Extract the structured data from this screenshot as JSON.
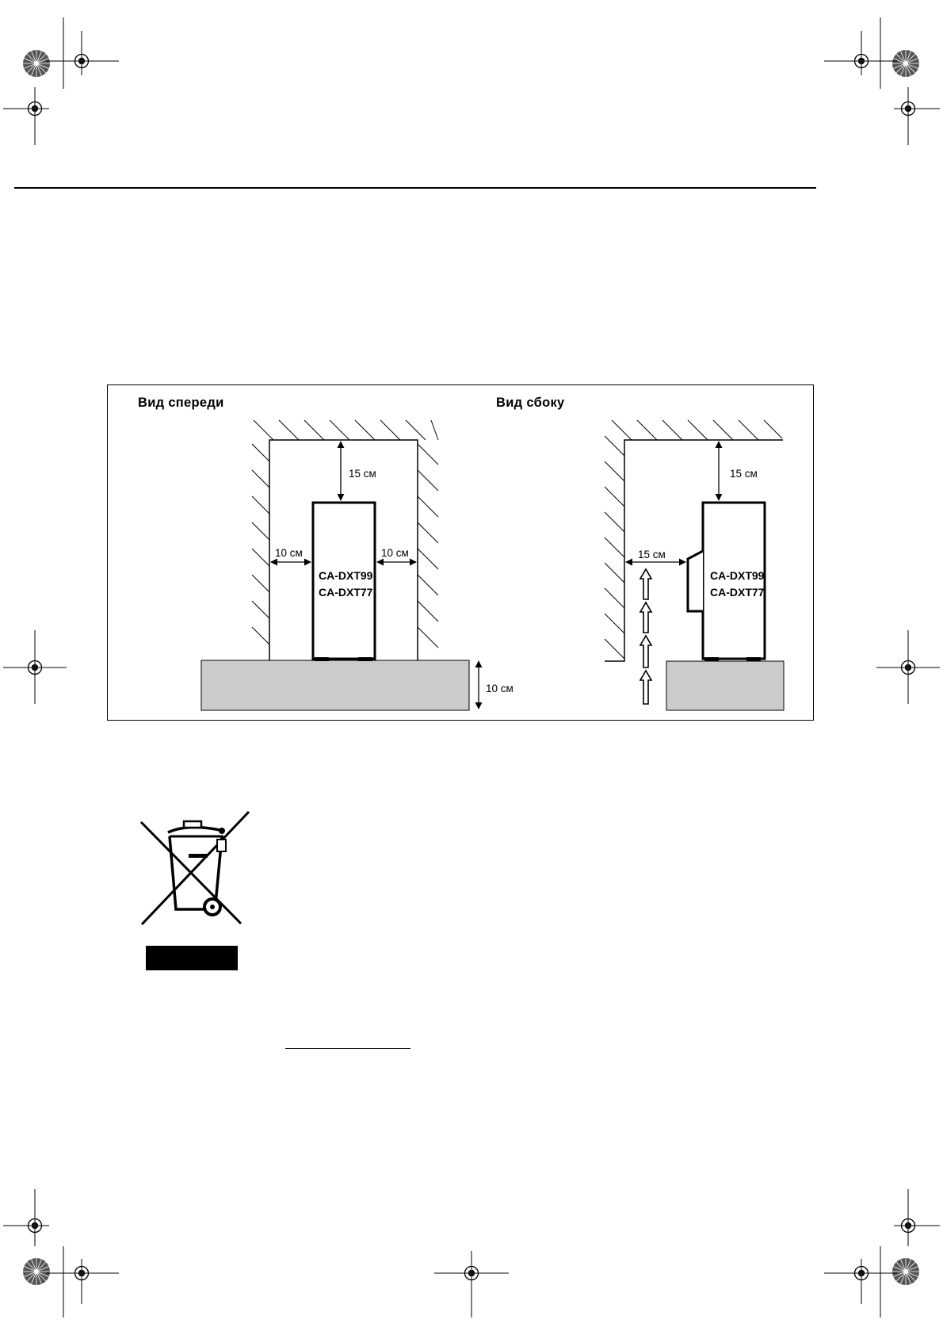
{
  "diagram": {
    "front_view_title": "Вид спереди",
    "side_view_title": "Вид сбоку",
    "front": {
      "top_clearance": "15 см",
      "left_clearance": "10 см",
      "right_clearance": "10 см",
      "base_height": "10 см",
      "model_line1": "CA-DXT99",
      "model_line2": "CA-DXT77"
    },
    "side": {
      "top_clearance": "15 см",
      "back_clearance": "15 см",
      "model_line1": "CA-DXT99",
      "model_line2": "CA-DXT77"
    }
  },
  "icons": {
    "registration_marks": "crosshair-target-icon",
    "color_wheels": "starburst-icon",
    "weee": "crossed-out-wheelie-bin-icon"
  }
}
